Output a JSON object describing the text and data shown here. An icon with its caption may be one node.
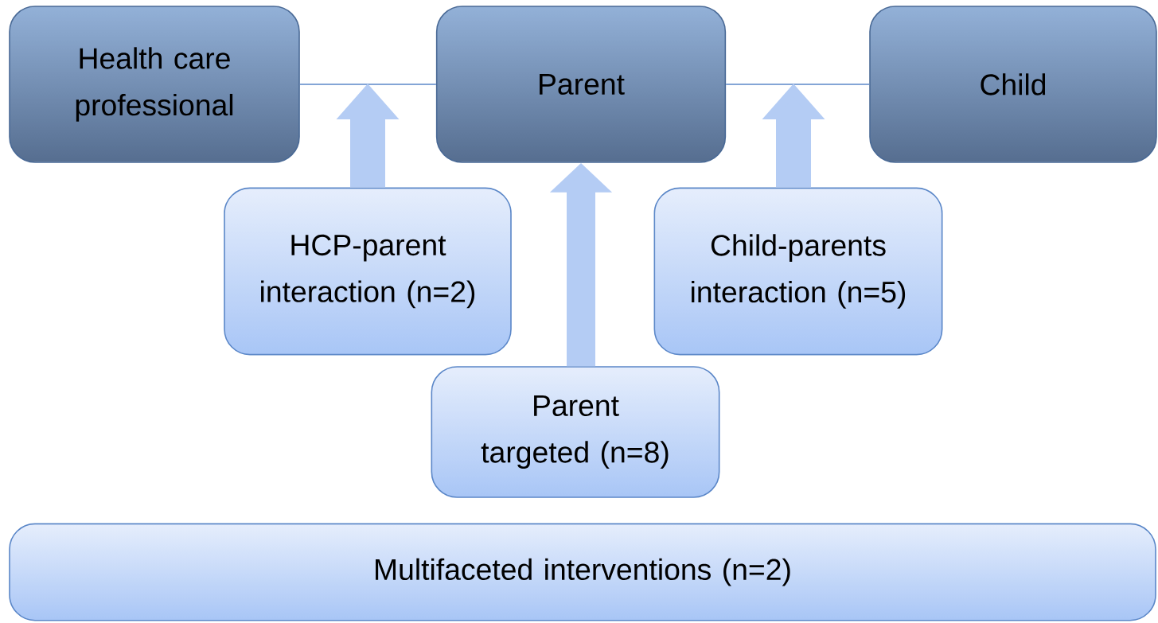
{
  "diagram": {
    "nodes": [
      {
        "text": [
          "Health care professional"
        ]
      },
      {
        "text": [
          "Parent"
        ]
      },
      {
        "text": [
          "Child"
        ]
      },
      {
        "text": [
          "HCP-parent interaction (n=2)"
        ]
      },
      {
        "text": [
          "Child-parents interaction (n=5)"
        ]
      },
      {
        "text": [
          "Parent targeted (n=8)"
        ]
      },
      {
        "text": [
          "Multifaceted interventions (n=2)"
        ]
      }
    ],
    "edges": [
      {
        "from": 0,
        "to": 1,
        "arrow": "none"
      },
      {
        "from": 1,
        "to": 2,
        "arrow": "none"
      },
      {
        "from": 3,
        "to": null,
        "arrow": "to"
      },
      {
        "from": 4,
        "to": null,
        "arrow": "to"
      },
      {
        "from": 5,
        "to": 1,
        "arrow": "to"
      }
    ]
  }
}
